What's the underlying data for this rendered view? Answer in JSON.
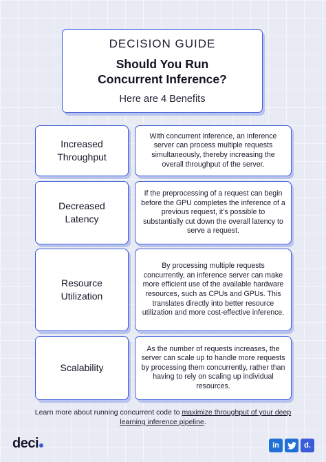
{
  "header": {
    "kicker": "DECISION GUIDE",
    "title_line1": "Should You Run",
    "title_line2": "Concurrent Inference?",
    "subtitle": "Here are 4 Benefits"
  },
  "benefits": [
    {
      "label_line1": "Increased",
      "label_line2": "Throughput",
      "text": "With concurrent inference, an inference server can process multiple requests simultaneously, thereby increasing the overall throughput of the server."
    },
    {
      "label_line1": "Decreased",
      "label_line2": "Latency",
      "text": "If the preprocessing of a request can begin before the GPU completes the inference of a previous request, it’s possible to substantially cut down the overall latency to serve a request."
    },
    {
      "label_line1": "Resource",
      "label_line2": "Utilization",
      "text": "By processing multiple requests concurrently, an inference server can make more efficient use of the available hardware resources, such as CPUs and GPUs. This translates directly into better resource utilization and more cost-effective inference."
    },
    {
      "label_line1": "Scalability",
      "label_line2": "",
      "text": "As the number of requests increases, the server can scale up to handle more requests by processing them concurrently, rather than having to rely on scaling up individual resources."
    }
  ],
  "footer": {
    "prefix": "Learn more about running concurrent code to ",
    "link": "maximize throughput of your deep learning inference pipeline",
    "suffix": "."
  },
  "brand": {
    "logo": "deci",
    "accent": "#3c5bd8"
  },
  "socials": [
    {
      "icon": "linkedin-icon",
      "glyph": "in"
    },
    {
      "icon": "twitter-icon",
      "glyph": "🐦"
    },
    {
      "icon": "deci-icon",
      "glyph": "d."
    }
  ]
}
